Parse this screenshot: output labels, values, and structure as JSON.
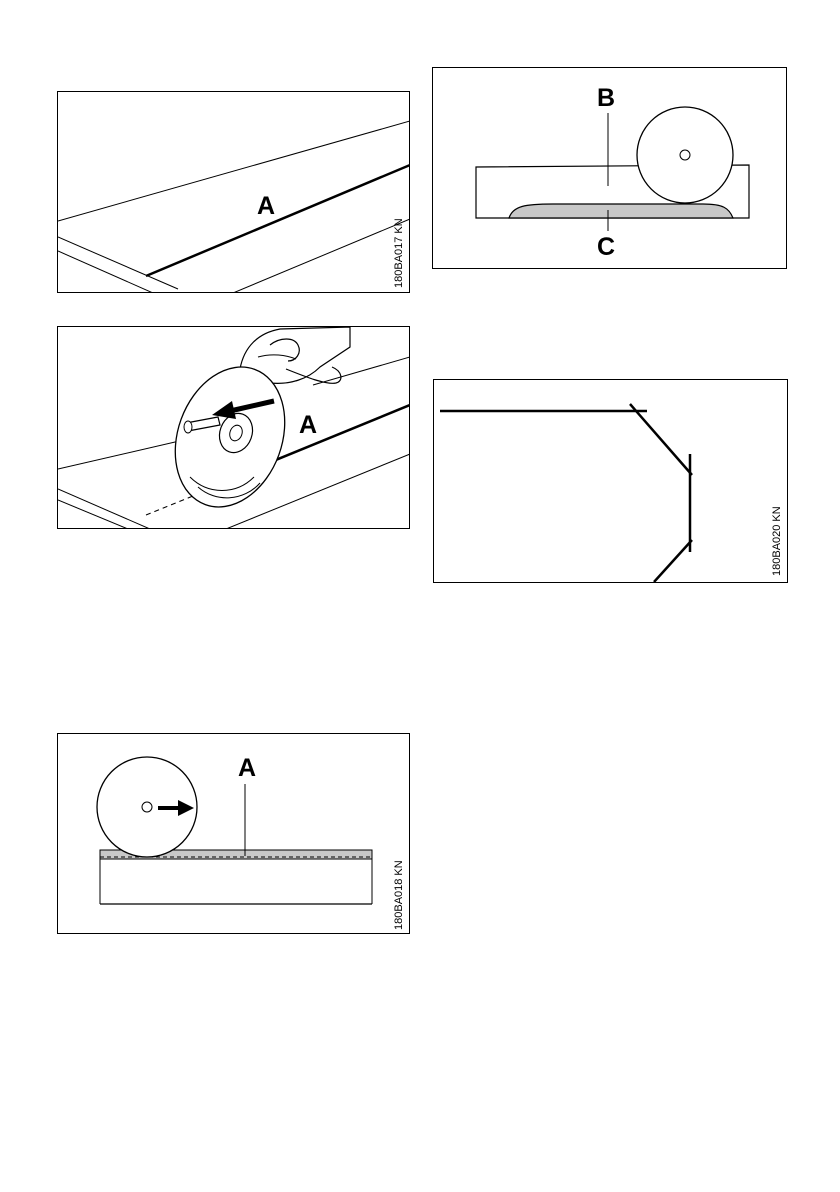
{
  "figures": [
    {
      "id": "fig1",
      "labels": [
        "A"
      ],
      "code": "180BA017 KN"
    },
    {
      "id": "fig2",
      "labels": [
        "A"
      ]
    },
    {
      "id": "fig3",
      "labels": [
        "A"
      ],
      "code": "180BA018 KN"
    },
    {
      "id": "fig4",
      "labels": [
        "B",
        "C"
      ]
    },
    {
      "id": "fig5",
      "code": "180BA020 KN"
    }
  ],
  "colors": {
    "line": "#000000",
    "shade": "#c8c8c8",
    "background": "#ffffff"
  }
}
